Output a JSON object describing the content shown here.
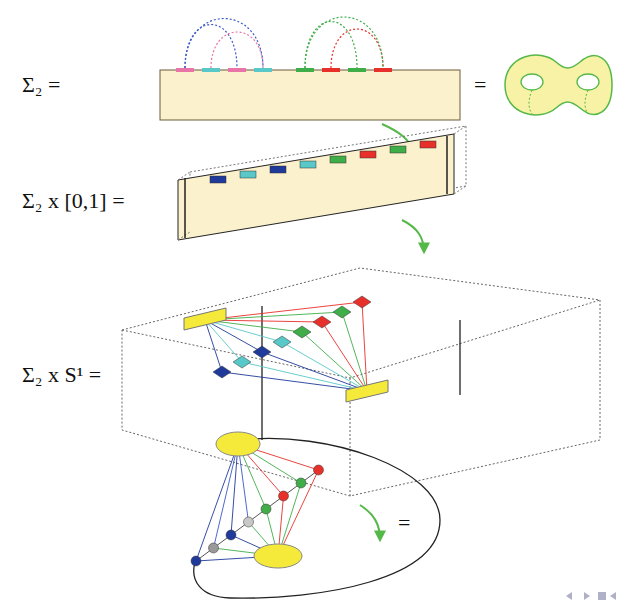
{
  "diagram": {
    "labels": [
      "Σ₂ =",
      "=",
      "Σ₂ x [0,1] =",
      "Σ₂ x S¹ =",
      "="
    ]
  }
}
